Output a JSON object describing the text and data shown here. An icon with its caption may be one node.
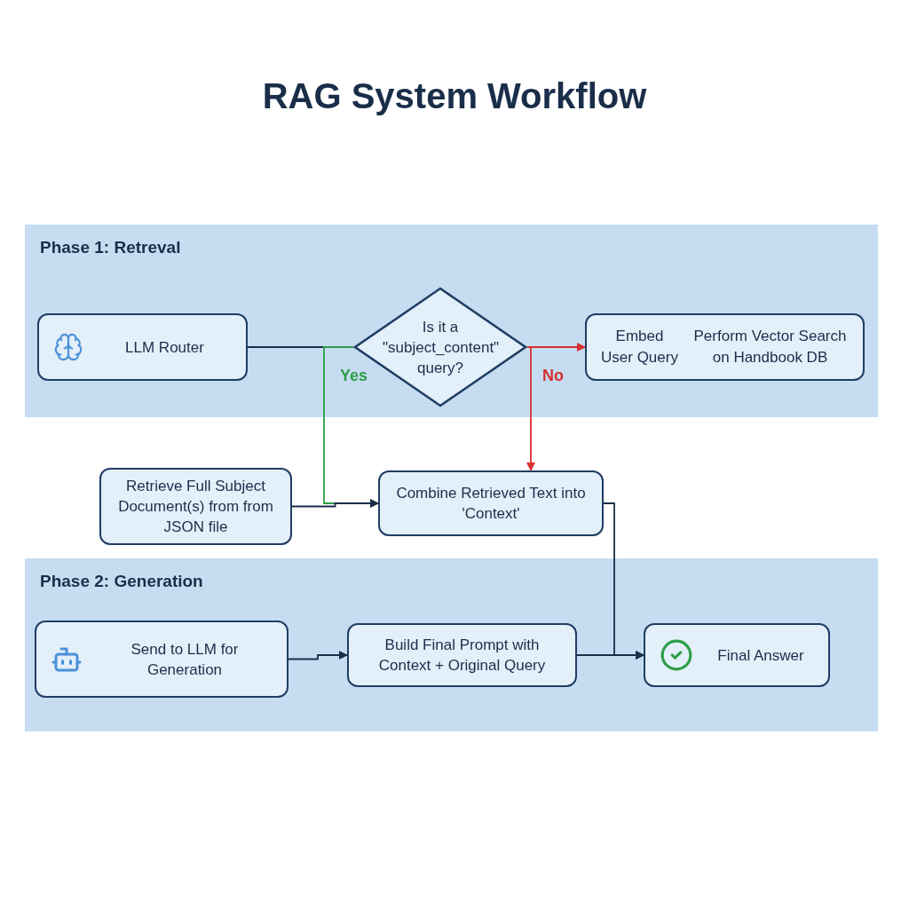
{
  "diagram": {
    "title": "RAG System Workflow",
    "nodes": [
      {
        "text": [
          "Phase 1: Retreval"
        ]
      },
      {
        "text": [
          "LLM Router"
        ],
        "in": 0
      },
      {
        "text": [
          "Is it a \"subject_content\" query?"
        ],
        "in": 0
      },
      {
        "text": [
          "Embed User Query",
          "Perform Vector Search on Handbook DB"
        ],
        "in": 0
      },
      {
        "text": [
          "Retrieve Full Subject Document(s) from from JSON file"
        ]
      },
      {
        "text": [
          "Combine Retrieved Text into 'Context'"
        ]
      },
      {
        "text": [
          "Phase 2: Generation"
        ]
      },
      {
        "text": [
          "Send to LLM for Generation"
        ],
        "in": 6
      },
      {
        "text": [
          "Build Final Prompt with Context + Original Query"
        ],
        "in": 6
      },
      {
        "text": [
          "Final Answer"
        ],
        "in": 6
      }
    ],
    "edges": [
      {
        "from": 1,
        "to": 2,
        "arrow": "none"
      },
      {
        "from": 2,
        "to": 5,
        "arrow": "to",
        "label": "Yes",
        "color": "#2e9e48"
      },
      {
        "from": 2,
        "to": 3,
        "arrow": "to",
        "color": "#d63031"
      },
      {
        "from": 2,
        "to": 5,
        "arrow": "to",
        "label": "No",
        "color": "#d63031"
      },
      {
        "from": 4,
        "to": 5,
        "arrow": "to"
      },
      {
        "from": 5,
        "to": 9,
        "arrow": "to"
      },
      {
        "from": 7,
        "to": 8,
        "arrow": "to"
      },
      {
        "from": 8,
        "to": 9,
        "arrow": "to"
      }
    ]
  }
}
